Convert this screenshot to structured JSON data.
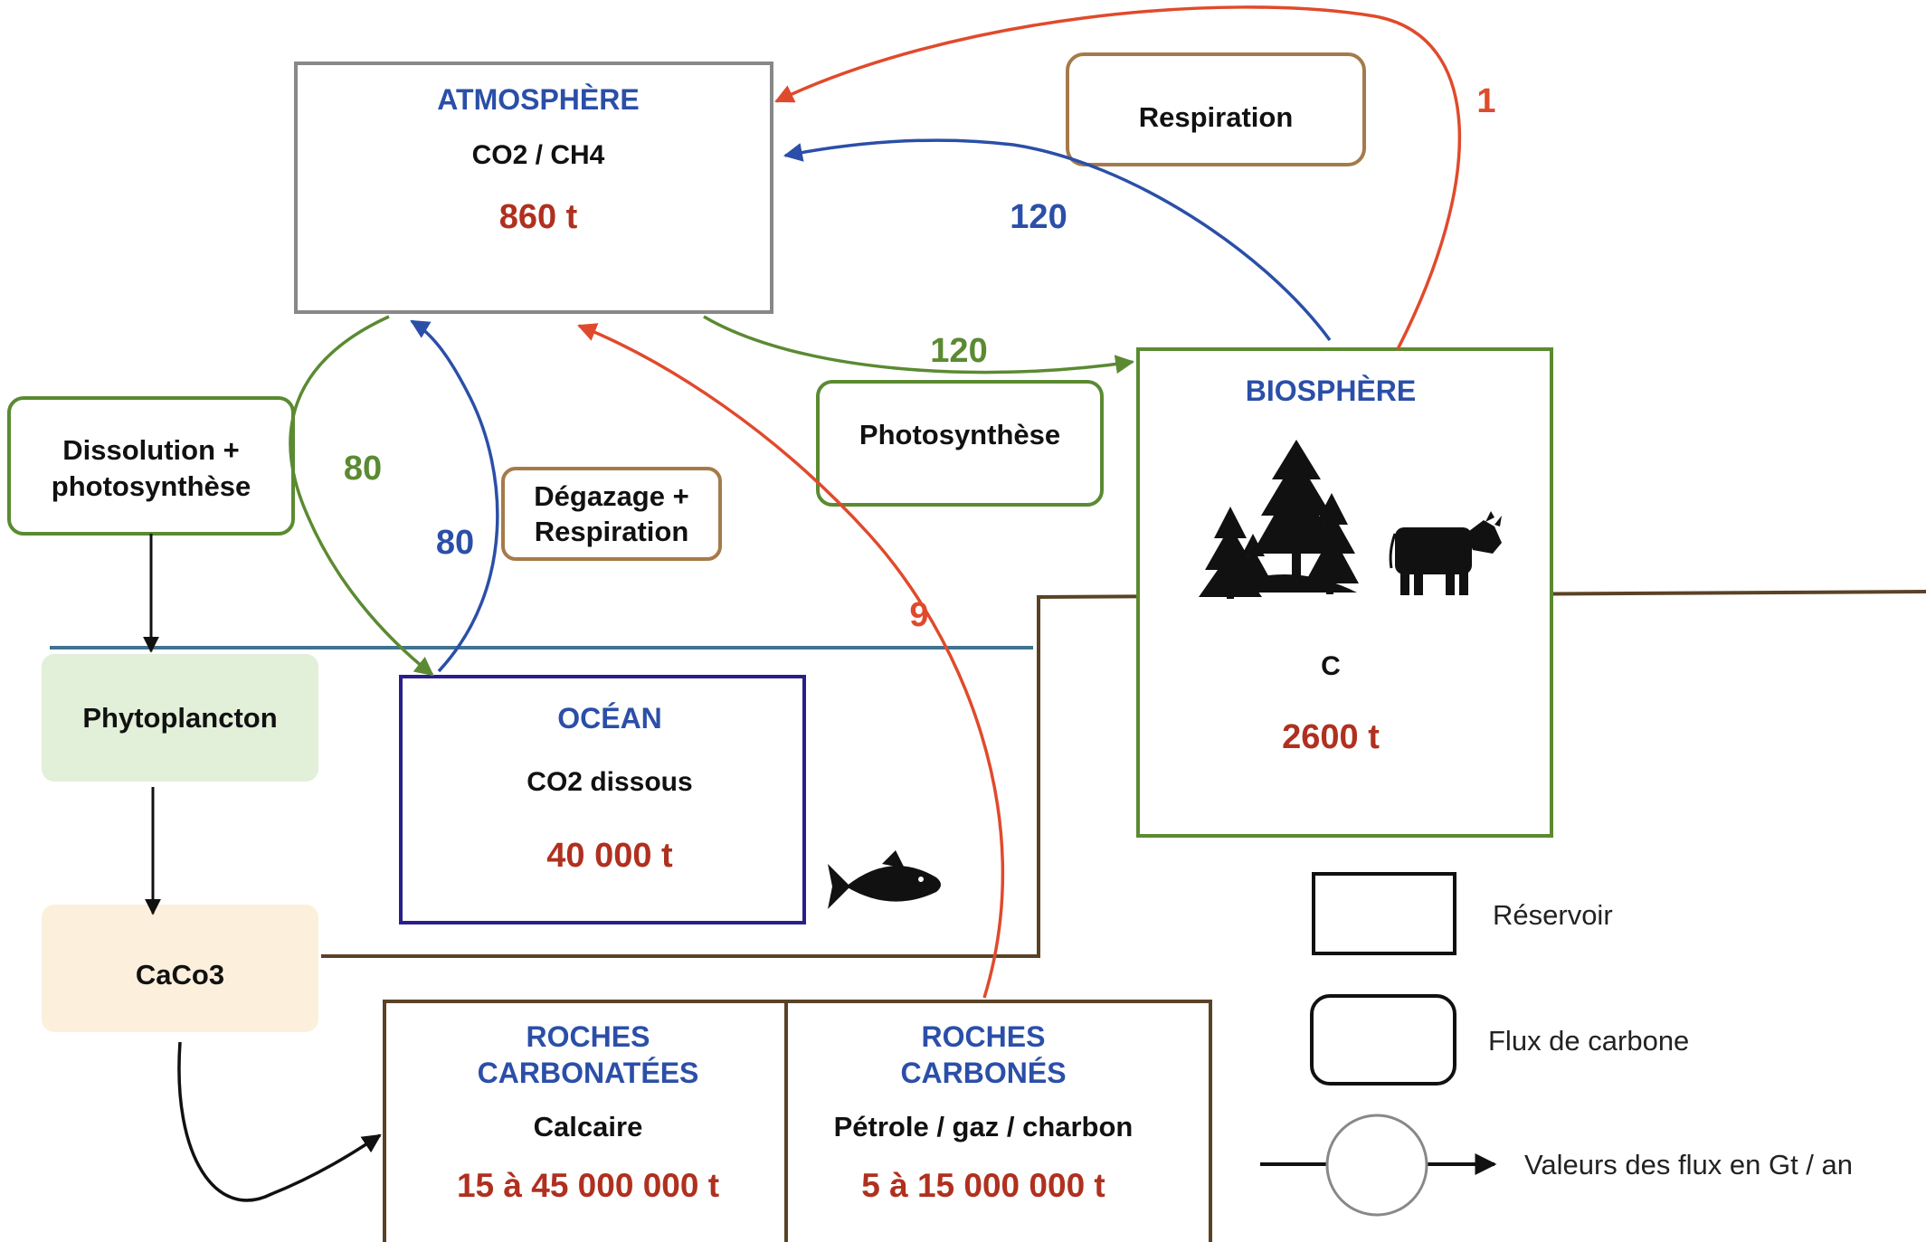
{
  "atmosphere": {
    "title": "ATMOSPHÈRE",
    "gas": "CO2 / CH4",
    "stock": "860 t"
  },
  "biosphere": {
    "title": "BIOSPHÈRE",
    "element": "C",
    "stock": "2600  t"
  },
  "ocean": {
    "title": "OCÉAN",
    "gas": "CO2  dissous",
    "stock": "40 000 t"
  },
  "roches_carbonatees": {
    "title_line1": "ROCHES",
    "title_line2": "CARBONATÉES",
    "content": "Calcaire",
    "stock": "15 à 45 000 000 t"
  },
  "roches_carbones": {
    "title_line1": "ROCHES",
    "title_line2": "CARBONÉS",
    "content": "Pétrole / gaz / charbon",
    "stock": "5 à 15 000 000 t"
  },
  "processes": {
    "respiration": "Respiration",
    "photosynthese": "Photosynthèse",
    "dissolution_line1": "Dissolution +",
    "dissolution_line2": "photosynthèse",
    "degazage_line1": "Dégazage +",
    "degazage_line2": "Respiration",
    "phytoplancton": "Phytoplancton",
    "caco3": "CaCo3"
  },
  "flows": {
    "biosphere_to_atmosphere_red": "1",
    "biosphere_to_atmosphere_blue": "120",
    "atmosphere_to_biosphere": "120",
    "atmosphere_to_ocean": "80",
    "ocean_to_atmosphere": "80",
    "rocks_to_atmosphere": "9"
  },
  "legend": {
    "reservoir": "Réservoir",
    "flux": "Flux de carbone",
    "values": "Valeurs des flux en Gt / an"
  },
  "colors": {
    "blue_title": "#2b4fa8",
    "red_value": "#b0301f",
    "green_box": "#5b8a32",
    "brown_box": "#a57a4a",
    "red_arrow": "#e04a2c",
    "ocean_border": "#2a1f8a",
    "phyto_fill": "#e2efd9",
    "caco3_fill": "#fcf0dc",
    "water_line": "#41728f",
    "ground_line": "#5a4226"
  },
  "icons": [
    "trees-icon",
    "cow-icon",
    "fish-icon"
  ]
}
